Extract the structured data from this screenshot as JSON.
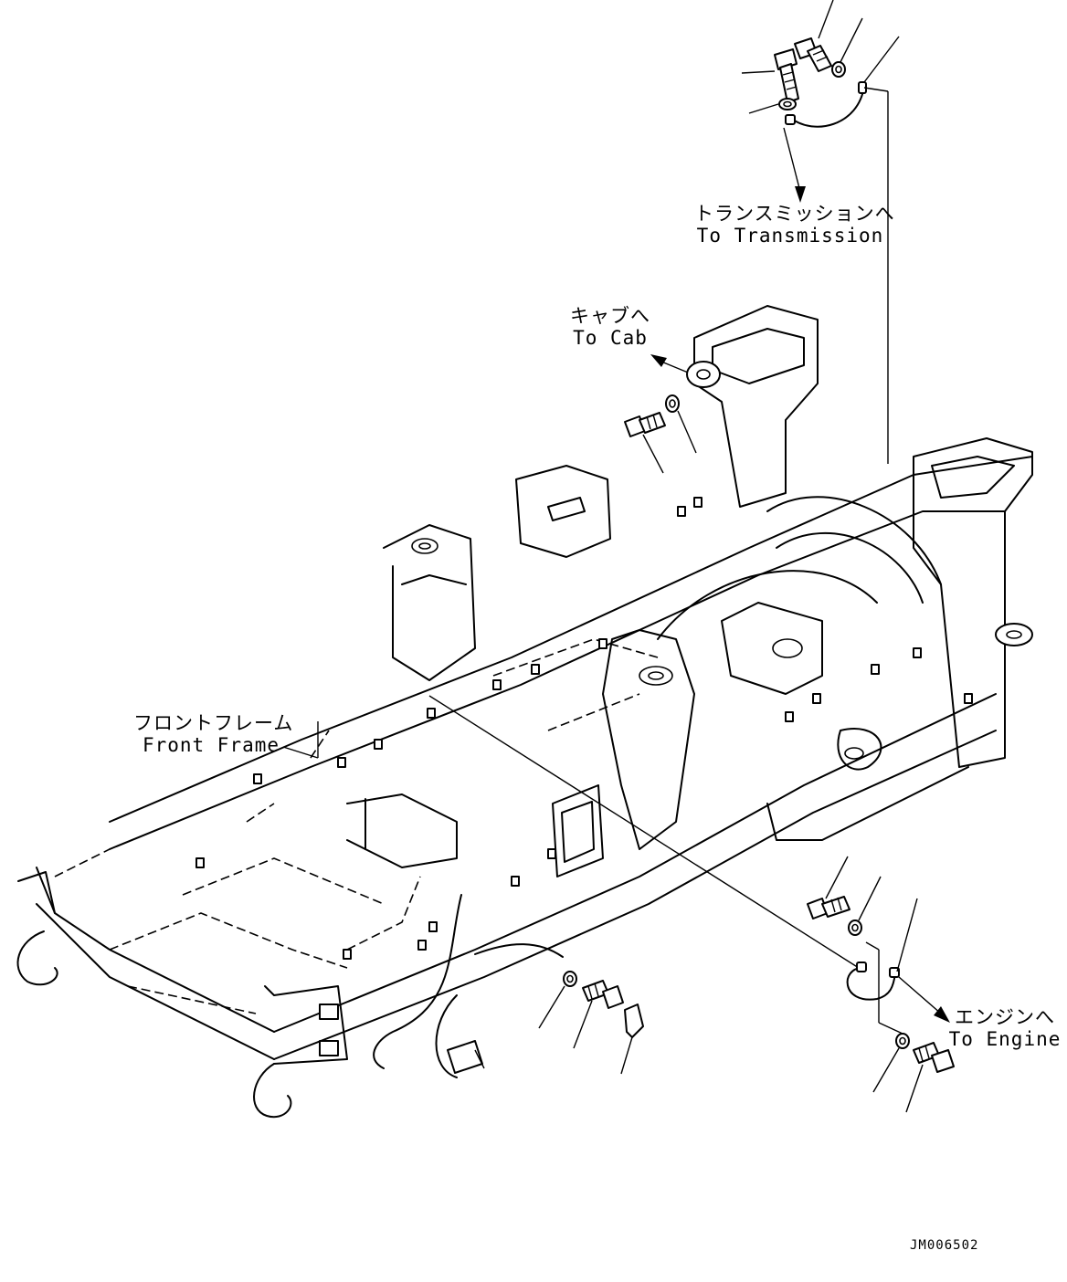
{
  "labels": {
    "transmission_jp": "トランスミッションへ",
    "transmission_en": "To Transmission",
    "cab_jp": "キャブへ",
    "cab_en": "To Cab",
    "front_frame_jp": "フロントフレーム",
    "front_frame_en": "Front Frame",
    "engine_jp": "エンジンへ",
    "engine_en": "To Engine",
    "drawing_number": "JM006502"
  }
}
